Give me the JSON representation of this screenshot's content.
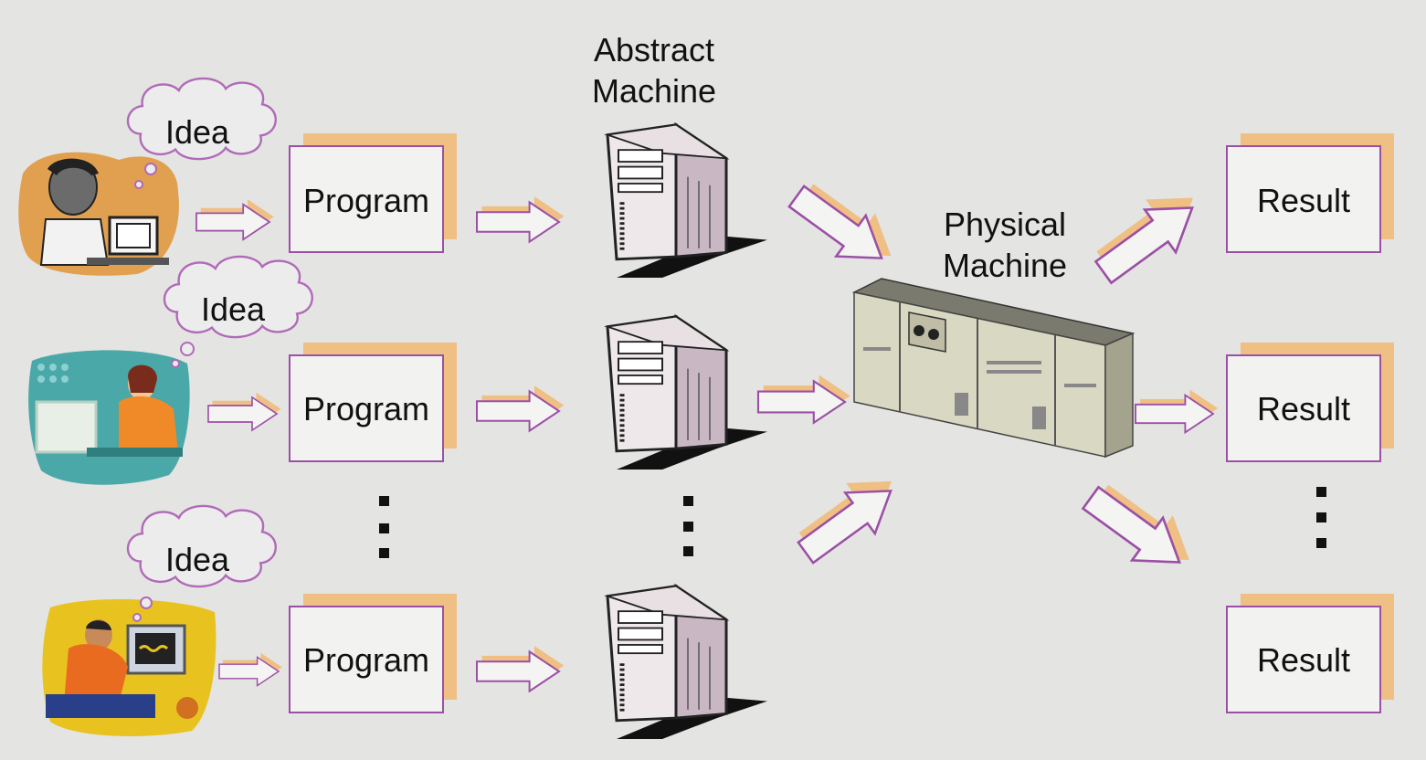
{
  "labels": {
    "abstract_machine_line1": "Abstract",
    "abstract_machine_line2": "Machine",
    "physical_machine_line1": "Physical",
    "physical_machine_line2": "Machine"
  },
  "rows": [
    {
      "idea": "Idea",
      "program": "Program",
      "result": "Result"
    },
    {
      "idea": "Idea",
      "program": "Program",
      "result": "Result"
    },
    {
      "idea": "Idea",
      "program": "Program",
      "result": "Result"
    }
  ],
  "colors": {
    "background": "#e4e4e2",
    "box_border": "#9b4fa6",
    "box_shadow": "#efbf83",
    "arrow_outline": "#9b4fa6",
    "arrow_shadow": "#efbf83",
    "cloud_outline": "#b06ab8"
  },
  "icons": {
    "person_1": "person-at-computer-icon",
    "person_2": "woman-at-computer-icon",
    "person_3": "man-at-desk-icon",
    "abstract_machine": "server-tower-icon",
    "physical_machine": "mainframe-icon"
  }
}
